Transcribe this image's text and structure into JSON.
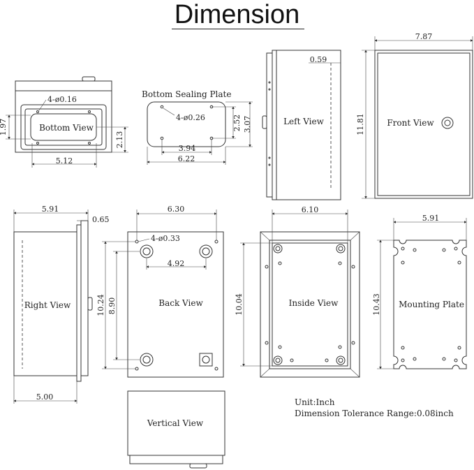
{
  "title": "Dimension",
  "views": {
    "bottom": {
      "label": "Bottom View",
      "hole": "4-ø0.16",
      "width": "5.12",
      "height_left": "1.97",
      "height_right": "2.13"
    },
    "sealing": {
      "label": "Bottom Sealing Plate",
      "hole": "4-ø0.26",
      "width_inner": "3.94",
      "width": "6.22",
      "height_inner": "2.52",
      "height": "3.07"
    },
    "left": {
      "label": "Left View",
      "depth": "0.59"
    },
    "front": {
      "label": "Front View",
      "width": "7.87",
      "height": "11.81"
    },
    "right": {
      "label": "Right View",
      "width_top": "5.91",
      "flange": "0.65",
      "width_bottom": "5.00"
    },
    "back": {
      "label": "Back View",
      "width": "6.30",
      "hole": "4-ø0.33",
      "hole_spacing": "4.92",
      "height": "10.24",
      "hole_height": "8.90"
    },
    "inside": {
      "label": "Inside View",
      "width": "6.10",
      "height": "10.04"
    },
    "mounting": {
      "label": "Mounting Plate",
      "width": "5.91",
      "height": "10.43"
    },
    "vertical": {
      "label": "Vertical View"
    }
  },
  "notes": {
    "unit": "Unit:Inch",
    "tolerance": "Dimension Tolerance Range:0.08inch"
  }
}
